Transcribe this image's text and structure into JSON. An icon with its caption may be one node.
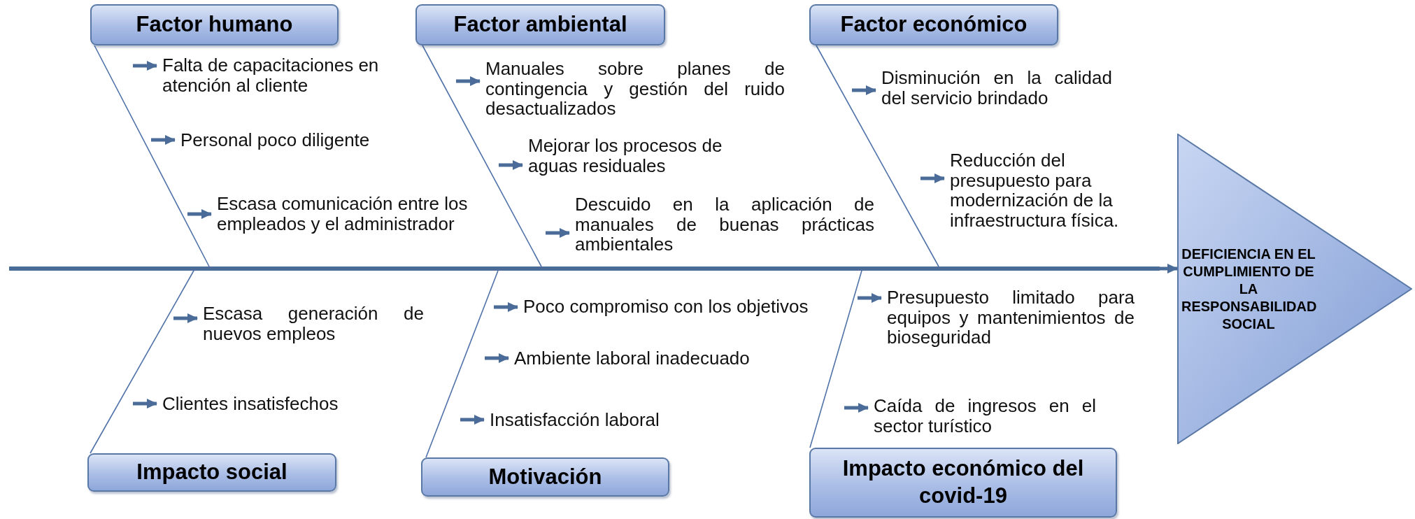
{
  "diagram": {
    "nodes": [
      {
        "text": [
          "Factor humano"
        ]
      },
      {
        "text": [
          "Factor ambiental"
        ]
      },
      {
        "text": [
          "Factor económico"
        ]
      },
      {
        "text": [
          "Falta de capacitaciones en atención al cliente"
        ]
      },
      {
        "text": [
          "Personal poco diligente"
        ]
      },
      {
        "text": [
          "Escasa comunicación entre los empleados y el administrador"
        ]
      },
      {
        "text": [
          "Manuales sobre planes de contingencia y gestión del ruido desactualizados"
        ]
      },
      {
        "text": [
          "Mejorar los procesos de aguas residuales"
        ]
      },
      {
        "text": [
          "Descuido en la aplicación de manuales de buenas prácticas ambientales"
        ]
      },
      {
        "text": [
          "Disminución en la calidad del servicio brindado"
        ]
      },
      {
        "text": [
          "Reducción del presupuesto para modernización de la infraestructura física."
        ]
      },
      {
        "text": [
          "DEFICIENCIA EN EL CUMPLIMIENTO DE LA RESPONSABILIDAD SOCIAL"
        ]
      },
      {
        "text": [
          "Escasa generación de nuevos empleos"
        ]
      },
      {
        "text": [
          "Clientes insatisfechos"
        ]
      },
      {
        "text": [
          "Poco compromiso con los objetivos"
        ]
      },
      {
        "text": [
          "Ambiente laboral inadecuado"
        ]
      },
      {
        "text": [
          "Insatisfacción laboral"
        ]
      },
      {
        "text": [
          "Presupuesto limitado para equipos y mantenimientos de bioseguridad"
        ]
      },
      {
        "text": [
          "Caída de ingresos en el sector turístico"
        ]
      },
      {
        "text": [
          "Impacto social"
        ]
      },
      {
        "text": [
          "Motivación"
        ]
      },
      {
        "text": [
          "Impacto económico del covid-19"
        ]
      },
      {
        "text": [],
        "shape": "bar"
      }
    ],
    "edges": [
      {
        "from": 22,
        "to": 11,
        "arrow": "to"
      },
      {
        "from": 0,
        "to": 22,
        "arrow": "none"
      },
      {
        "from": 1,
        "to": 22,
        "arrow": "none"
      },
      {
        "from": 2,
        "to": 22,
        "arrow": "none"
      },
      {
        "from": 19,
        "to": 22,
        "arrow": "none"
      },
      {
        "from": 20,
        "to": 22,
        "arrow": "none"
      },
      {
        "from": 21,
        "to": 22,
        "arrow": "none"
      },
      {
        "from": null,
        "to": 3,
        "arrow": "to"
      },
      {
        "from": null,
        "to": 4,
        "arrow": "to"
      },
      {
        "from": null,
        "to": 5,
        "arrow": "to"
      },
      {
        "from": null,
        "to": 6,
        "arrow": "to"
      },
      {
        "from": null,
        "to": 7,
        "arrow": "to"
      },
      {
        "from": null,
        "to": 8,
        "arrow": "to"
      },
      {
        "from": null,
        "to": 9,
        "arrow": "to"
      },
      {
        "from": null,
        "to": 10,
        "arrow": "to"
      },
      {
        "from": null,
        "to": 12,
        "arrow": "to"
      },
      {
        "from": null,
        "to": 13,
        "arrow": "to"
      },
      {
        "from": null,
        "to": 14,
        "arrow": "to"
      },
      {
        "from": null,
        "to": 15,
        "arrow": "to"
      },
      {
        "from": null,
        "to": 16,
        "arrow": "to"
      },
      {
        "from": null,
        "to": 17,
        "arrow": "to"
      },
      {
        "from": null,
        "to": 18,
        "arrow": "to"
      }
    ]
  }
}
